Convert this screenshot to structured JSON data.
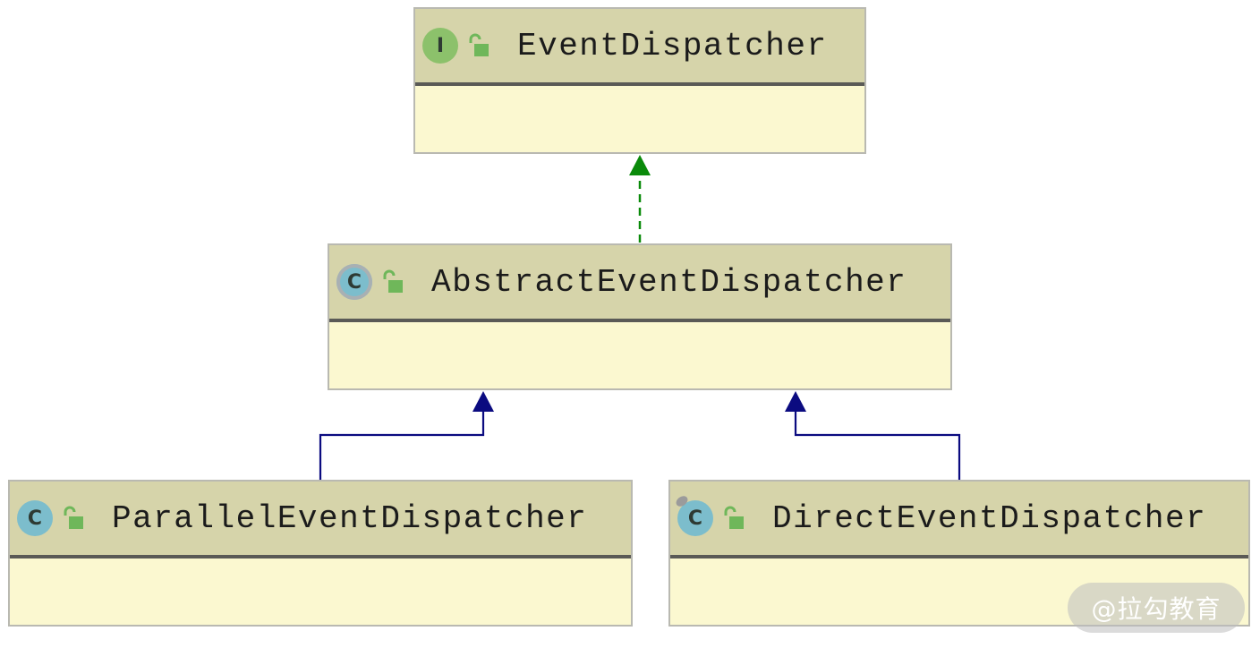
{
  "classes": {
    "event_dispatcher": {
      "name": "EventDispatcher",
      "kind": "interface",
      "kind_letter": "I",
      "visibility": "public"
    },
    "abstract_event_dispatcher": {
      "name": "AbstractEventDispatcher",
      "kind": "abstract-class",
      "kind_letter": "C",
      "visibility": "public"
    },
    "parallel_event_dispatcher": {
      "name": "ParallelEventDispatcher",
      "kind": "class",
      "kind_letter": "C",
      "visibility": "public"
    },
    "direct_event_dispatcher": {
      "name": "DirectEventDispatcher",
      "kind": "final-class",
      "kind_letter": "C",
      "visibility": "public"
    }
  },
  "relations": [
    {
      "from": "AbstractEventDispatcher",
      "to": "EventDispatcher",
      "type": "implements",
      "color": "#008000"
    },
    {
      "from": "ParallelEventDispatcher",
      "to": "AbstractEventDispatcher",
      "type": "extends",
      "color": "#000080"
    },
    {
      "from": "DirectEventDispatcher",
      "to": "AbstractEventDispatcher",
      "type": "extends",
      "color": "#000080"
    }
  ],
  "colors": {
    "header_bg": "#d6d4aa",
    "body_bg": "#fbf8d0",
    "interface_badge": "#8cc16b",
    "class_badge": "#7cbdcc",
    "lock": "#6fb75a"
  },
  "watermark": "@拉勾教育"
}
